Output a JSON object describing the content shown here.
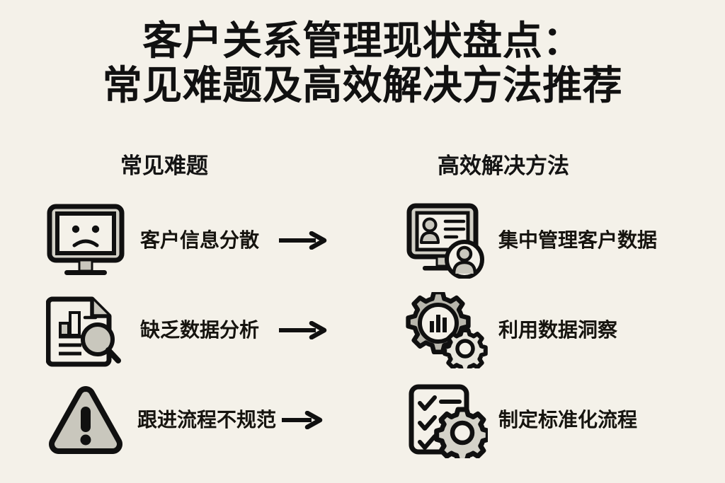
{
  "colors": {
    "background": "#f4f1e9",
    "ink": "#111111",
    "icon_stroke": "#101010",
    "icon_fill_gray": "#c9c7bd",
    "icon_fill_light": "#f2efe6"
  },
  "title": {
    "line1": "客户关系管理现状盘点：",
    "line2": "常见难题及高效解决方法推荐"
  },
  "columns": {
    "problems_header": "常见难题",
    "solutions_header": "高效解决方法"
  },
  "rows": [
    {
      "problem_icon": "sad-monitor-icon",
      "problem_label": "客户信息分散",
      "arrow": "right-arrow-icon",
      "solution_icon": "customer-database-monitor-icon",
      "solution_label": "集中管理客户数据"
    },
    {
      "problem_icon": "document-chart-magnifier-icon",
      "problem_label": "缺乏数据分析",
      "arrow": "right-arrow-icon",
      "solution_icon": "gear-analytics-icon",
      "solution_label": "利用数据洞察"
    },
    {
      "problem_icon": "warning-triangle-icon",
      "problem_label": "跟进流程不规范",
      "arrow": "right-arrow-icon",
      "solution_icon": "checklist-gear-icon",
      "solution_label": "制定标准化流程"
    }
  ]
}
